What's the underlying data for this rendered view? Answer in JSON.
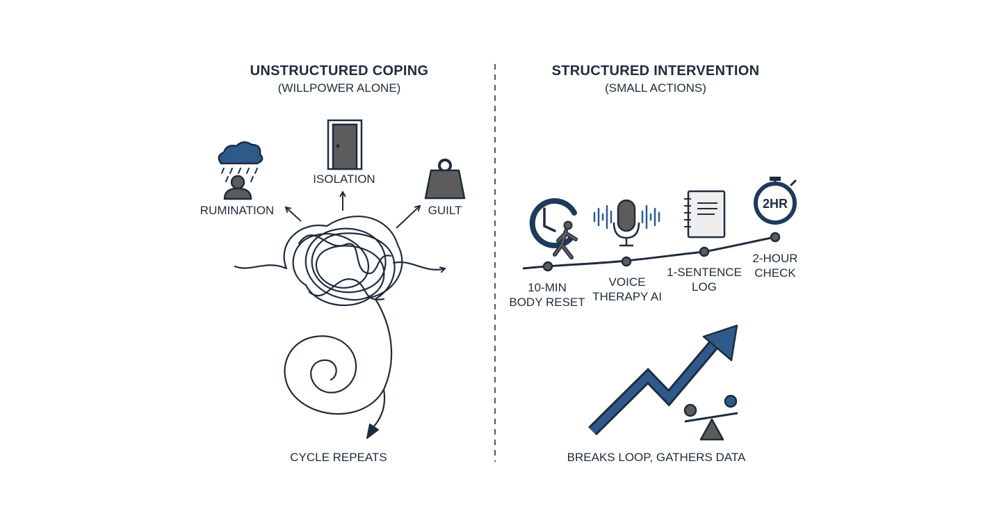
{
  "left": {
    "title": "UNSTRUCTURED COPING",
    "subtitle": "(WILLPOWER ALONE)",
    "labels": {
      "rumination": "RUMINATION",
      "isolation": "ISOLATION",
      "guilt": "GUILT",
      "cycle": "CYCLE REPEATS"
    }
  },
  "right": {
    "title": "STRUCTURED INTERVENTION",
    "subtitle": "(SMALL ACTIONS)",
    "steps": {
      "body_reset": "10-MIN\nBODY RESET",
      "voice": "VOICE\nTHERAPY AI",
      "log": "1-SENTENCE\nLOG",
      "check": "2-HOUR\nCHECK",
      "timer_text": "2HR"
    },
    "result": "BREAKS LOOP, GATHERS DATA"
  },
  "colors": {
    "navy": "#1e2c3c",
    "blue": "#2d5a8a",
    "gray": "#5c5c5c",
    "light": "#eeeeee"
  }
}
